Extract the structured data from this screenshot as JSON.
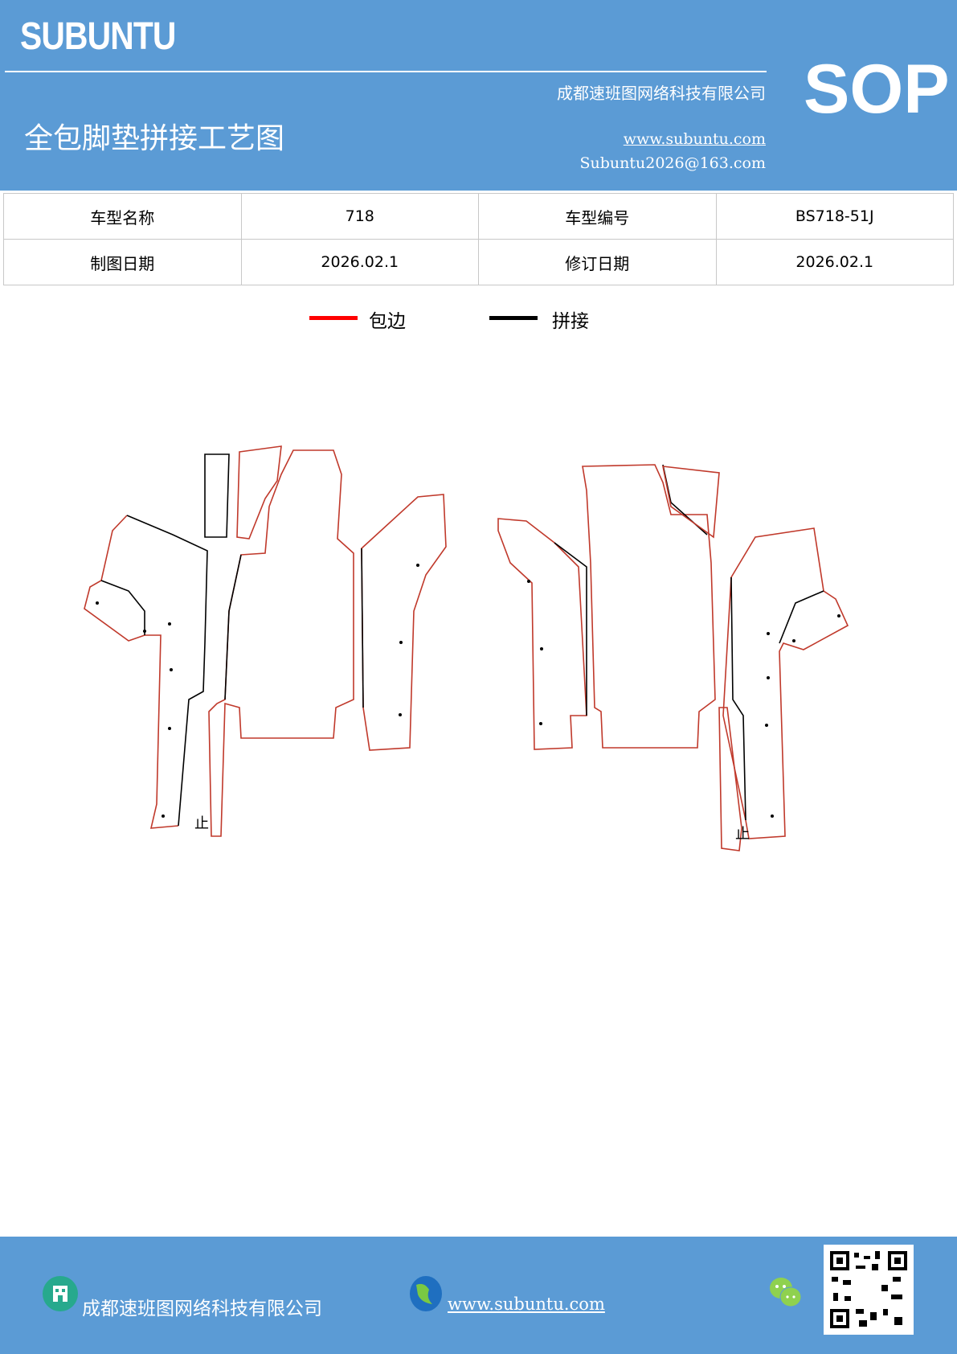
{
  "header": {
    "logo": "SUBUNTU",
    "company": "成都速班图网络科技有限公司",
    "title": "全包脚垫拼接工艺图",
    "website": "www.subuntu.com",
    "email": "Subuntu2026@163.com",
    "badge": "SOP"
  },
  "info": {
    "model_name_label": "车型名称",
    "model_name": "718",
    "model_code_label": "车型编号",
    "model_code": "BS718-51J",
    "draw_date_label": "制图日期",
    "draw_date": "2026.02.1",
    "revise_date_label": "修订日期",
    "revise_date": "2026.02.1"
  },
  "legend": {
    "items": [
      {
        "label": "包边",
        "color": "#ff0000"
      },
      {
        "label": "拼接",
        "color": "#000000"
      }
    ]
  },
  "drawing": {
    "stop_mark": "止",
    "edge_color": "#c0392b"
  },
  "footer": {
    "company": "成都速班图网络科技有限公司",
    "website": "www.subuntu.com"
  },
  "colors": {
    "brand": "#5b9bd5"
  }
}
